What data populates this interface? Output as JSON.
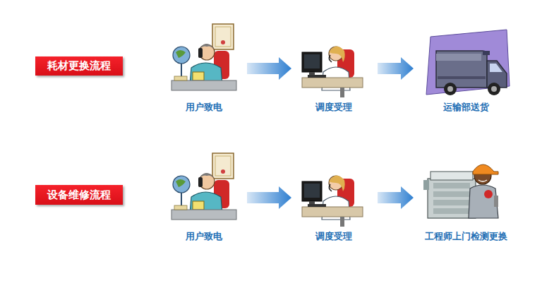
{
  "diagram": {
    "nodes": [
      {
        "text": [
          "耗材更换流程"
        ]
      },
      {
        "text": [
          "用户致电"
        ]
      },
      {
        "text": [
          "调度受理"
        ]
      },
      {
        "text": [
          "运输部送货"
        ]
      },
      {
        "text": [
          "设备维修流程"
        ]
      },
      {
        "text": [
          "用户致电"
        ]
      },
      {
        "text": [
          "调度受理"
        ]
      },
      {
        "text": [
          "工程师上门检测更换"
        ]
      }
    ],
    "edges": [
      {
        "from": 1,
        "to": 2,
        "arrow": "to"
      },
      {
        "from": 2,
        "to": 3,
        "arrow": "to"
      },
      {
        "from": 5,
        "to": 6,
        "arrow": "to"
      },
      {
        "from": 6,
        "to": 7,
        "arrow": "to"
      }
    ]
  }
}
